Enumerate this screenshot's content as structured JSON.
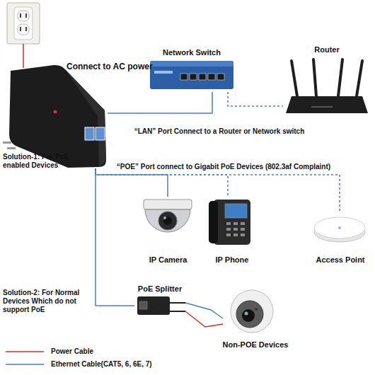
{
  "diagram": {
    "nodes": [
      {
        "text": [
          "Connect to AC power"
        ]
      },
      {
        "text": [
          "Network Switch"
        ]
      },
      {
        "text": [
          "Router"
        ]
      },
      {
        "text": [
          "IP Camera"
        ]
      },
      {
        "text": [
          "IP Phone"
        ]
      },
      {
        "text": [
          "Access Point"
        ]
      },
      {
        "text": [
          "PoE Splitter"
        ]
      },
      {
        "text": [
          "Non-POE Devices"
        ]
      }
    ],
    "edges": [
      {
        "from": 0,
        "to": 1,
        "arrow": "none"
      },
      {
        "from": 1,
        "to": 2,
        "arrow": "none"
      },
      {
        "from": 0,
        "to": 3,
        "arrow": "none"
      },
      {
        "from": 0,
        "to": 4,
        "arrow": "none"
      },
      {
        "from": 0,
        "to": 5,
        "arrow": "none"
      },
      {
        "from": 0,
        "to": 6,
        "arrow": "none"
      },
      {
        "from": 6,
        "to": 7,
        "arrow": "none"
      },
      {
        "from": 6,
        "to": 7,
        "arrow": "none"
      }
    ],
    "labels": [
      "“LAN” Port Connect to a Router or Network switch",
      "Solution-1: For PoE enabled Devices",
      "“POE” Port connect to Gigabit PoE Devices (802.3af Complaint)",
      "Solution-2: For Normal Devices Which do not support PoE"
    ],
    "legend": [
      {
        "text": "Power Cable"
      },
      {
        "text": "Ethernet Cable(CAT5, 6, 6E, 7)"
      }
    ]
  }
}
